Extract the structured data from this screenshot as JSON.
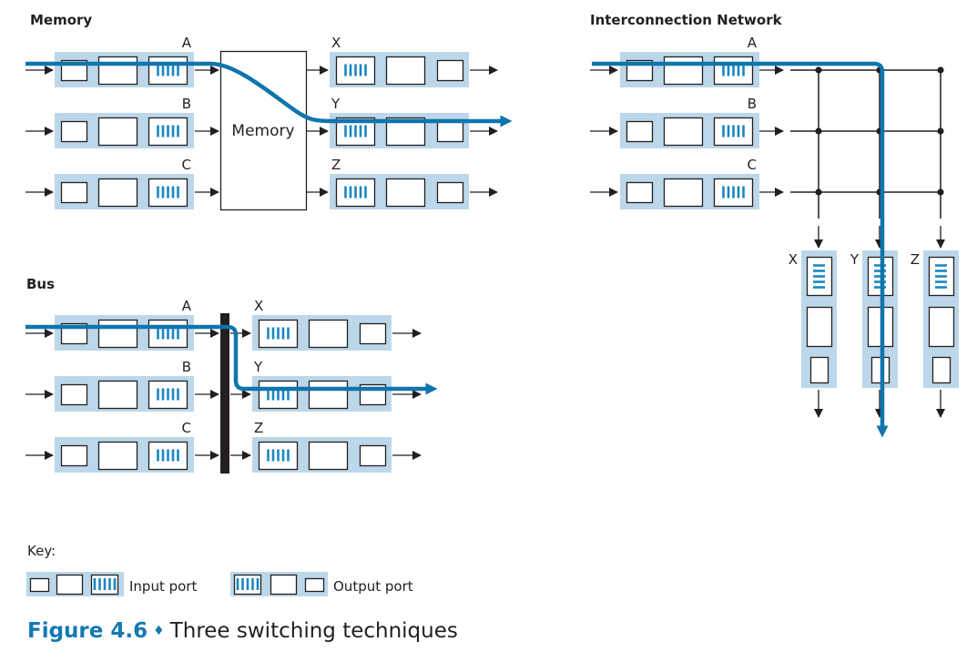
{
  "colors": {
    "port_background": "#bcd7ea",
    "path": "#0f75ad",
    "queue_bars": "#1a86c2",
    "ink": "#231f20",
    "caption_accent": "#1479b3"
  },
  "sections": {
    "memory": {
      "title": "Memory",
      "switch_label": "Memory",
      "inputs": [
        "A",
        "B",
        "C"
      ],
      "outputs": [
        "X",
        "Y",
        "Z"
      ],
      "highlighted_path": {
        "from": "A",
        "to": "Y"
      }
    },
    "bus": {
      "title": "Bus",
      "inputs": [
        "A",
        "B",
        "C"
      ],
      "outputs": [
        "X",
        "Y",
        "Z"
      ],
      "highlighted_path": {
        "from": "A",
        "to": "Y"
      }
    },
    "interconnection": {
      "title": "Interconnection Network",
      "inputs": [
        "A",
        "B",
        "C"
      ],
      "outputs": [
        "X",
        "Y",
        "Z"
      ],
      "highlighted_path": {
        "from": "A",
        "to": "Y"
      }
    }
  },
  "key": {
    "title": "Key:",
    "input_port_label": "Input port",
    "output_port_label": "Output port"
  },
  "caption": {
    "figure_label": "Figure 4.6",
    "separator": "♦",
    "text": "Three switching techniques"
  }
}
